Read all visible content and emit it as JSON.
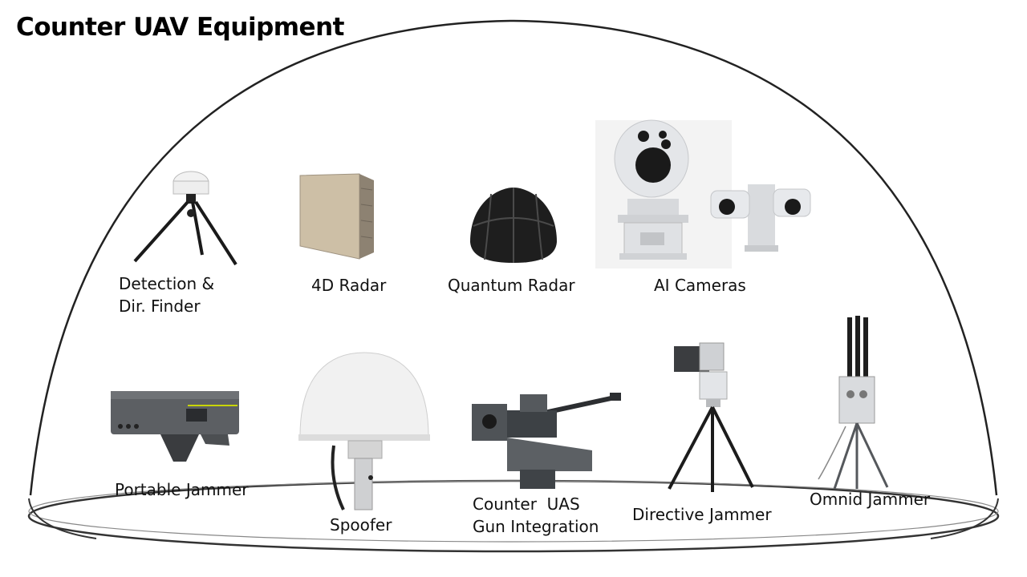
{
  "title": "Counter UAV Equipment",
  "colors": {
    "dome_stroke": "#222222",
    "dark_metal": "#1e1e1e",
    "light_grey": "#e2e4e7",
    "beige": "#cdbfa6",
    "jammer_green": "#c8d400"
  },
  "items": [
    {
      "id": "detection",
      "icon": "rf-detector-tripod-icon",
      "label_lines": [
        "Detection &",
        "Dir. Finder"
      ]
    },
    {
      "id": "radar4d",
      "icon": "4d-radar-panel-icon",
      "label_lines": [
        "4D Radar"
      ]
    },
    {
      "id": "quantum",
      "icon": "quantum-radar-dome-icon",
      "label_lines": [
        "Quantum Radar"
      ]
    },
    {
      "id": "cameras",
      "icon": "ai-camera-icon",
      "label_lines": [
        "AI Cameras"
      ]
    },
    {
      "id": "portable",
      "icon": "portable-jammer-gun-icon",
      "label_lines": [
        "Portable Jammer"
      ]
    },
    {
      "id": "spoofer",
      "icon": "spoofer-antenna-dome-icon",
      "label_lines": [
        "Spoofer"
      ]
    },
    {
      "id": "gun",
      "icon": "gun-turret-icon",
      "label_lines": [
        "Counter  UAS",
        "Gun Integration"
      ]
    },
    {
      "id": "directive",
      "icon": "directive-jammer-tripod-icon",
      "label_lines": [
        "Directive Jammer"
      ]
    },
    {
      "id": "omni",
      "icon": "omni-jammer-tripod-icon",
      "label_lines": [
        "Omnid Jammer"
      ]
    }
  ]
}
